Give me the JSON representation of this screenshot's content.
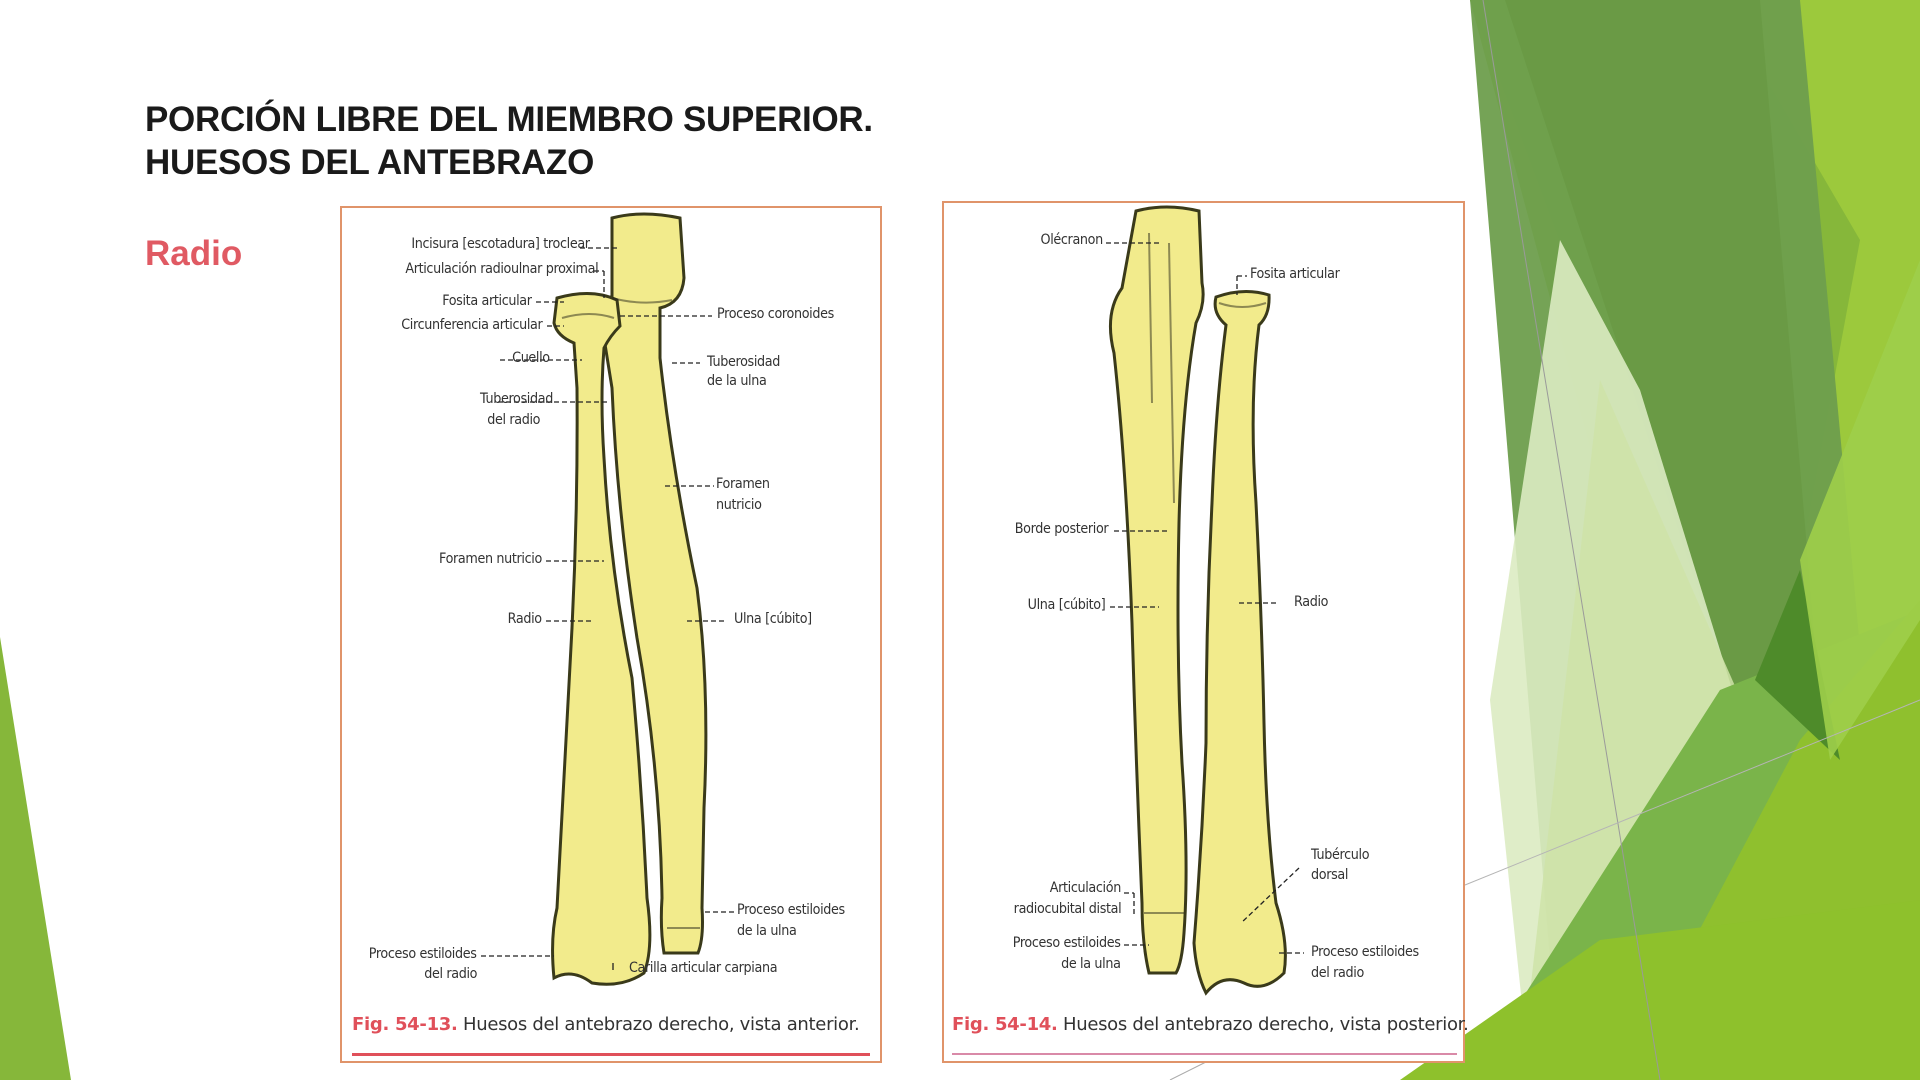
{
  "slide": {
    "title_line1": "PORCIÓN LIBRE DEL MIEMBRO SUPERIOR.",
    "title_line2": "HUESOS DEL ANTEBRAZO",
    "subtitle": "Radio",
    "colors": {
      "subtitle": "#e05a63",
      "frame": "#e0946a",
      "caption_accent": "#e0505a",
      "bone": "#f2eb8c",
      "green_dark": "#6a9a45",
      "green_mid": "#86b73a",
      "green_light": "#9cc93c",
      "green_pale": "#dcebc2"
    }
  },
  "figure_anterior": {
    "caption_number": "Fig. 54-13.",
    "caption_text": "Huesos del antebrazo derecho, vista anterior.",
    "labels": {
      "incisura": "Incisura [escotadura] troclear",
      "art_prox": "Articulación radioulnar proximal",
      "fosita": "Fosita articular",
      "circunferencia": "Circunferencia articular",
      "cuello": "Cuello",
      "tub_radio_1": "Tuberosidad",
      "tub_radio_2": "del radio",
      "foramen_radio": "Foramen nutricio",
      "radio": "Radio",
      "estiloides_radio_1": "Proceso estiloides",
      "estiloides_radio_2": "del radio",
      "coronoides": "Proceso coronoides",
      "tub_ulna_1": "Tuberosidad",
      "tub_ulna_2": "de la ulna",
      "foramen_ulna_1": "Foramen",
      "foramen_ulna_2": "nutricio",
      "ulna": "Ulna [cúbito]",
      "estiloides_ulna_1": "Proceso estiloides",
      "estiloides_ulna_2": "de la ulna",
      "carilla": "Carilla articular carpiana"
    }
  },
  "figure_posterior": {
    "caption_number": "Fig. 54-14.",
    "caption_text": "Huesos del antebrazo derecho, vista posterior.",
    "labels": {
      "olecranon": "Olécranon",
      "fosita": "Fosita articular",
      "borde": "Borde posterior",
      "ulna": "Ulna [cúbito]",
      "radio": "Radio",
      "tuberculo_1": "Tubérculo",
      "tuberculo_2": "dorsal",
      "art_distal_1": "Articulación",
      "art_distal_2": "radiocubital distal",
      "estiloides_ulna_1": "Proceso estiloides",
      "estiloides_ulna_2": "de la ulna",
      "estiloides_radio_1": "Proceso estiloides",
      "estiloides_radio_2": "del radio"
    }
  }
}
